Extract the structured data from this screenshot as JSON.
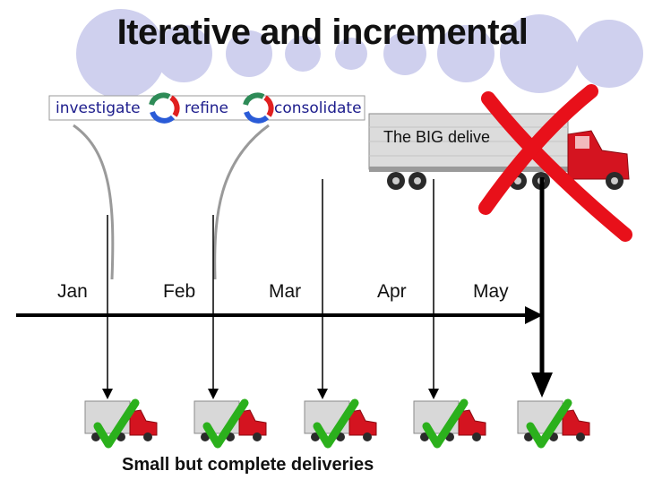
{
  "title": "Iterative and incremental",
  "phases": [
    "investigate",
    "refine",
    "consolidate"
  ],
  "months": [
    "Jan",
    "Feb",
    "Mar",
    "Apr",
    "May"
  ],
  "big_delivery_label": "The BIG delive",
  "footer": "Small but complete deliveries",
  "colors": {
    "decor_circle": "#cfd0ee",
    "timeline": "#000000",
    "cross": "#e8101a",
    "check": "#2bb01c",
    "truck_cab": "#d41420",
    "trailer": "#d8d8d8",
    "cycle_green": "#2e8b57",
    "cycle_red": "#e02020",
    "cycle_blue": "#2a5bd7"
  },
  "icons": [
    "cycle-icon",
    "truck-icon",
    "cross-icon",
    "check-icon"
  ]
}
